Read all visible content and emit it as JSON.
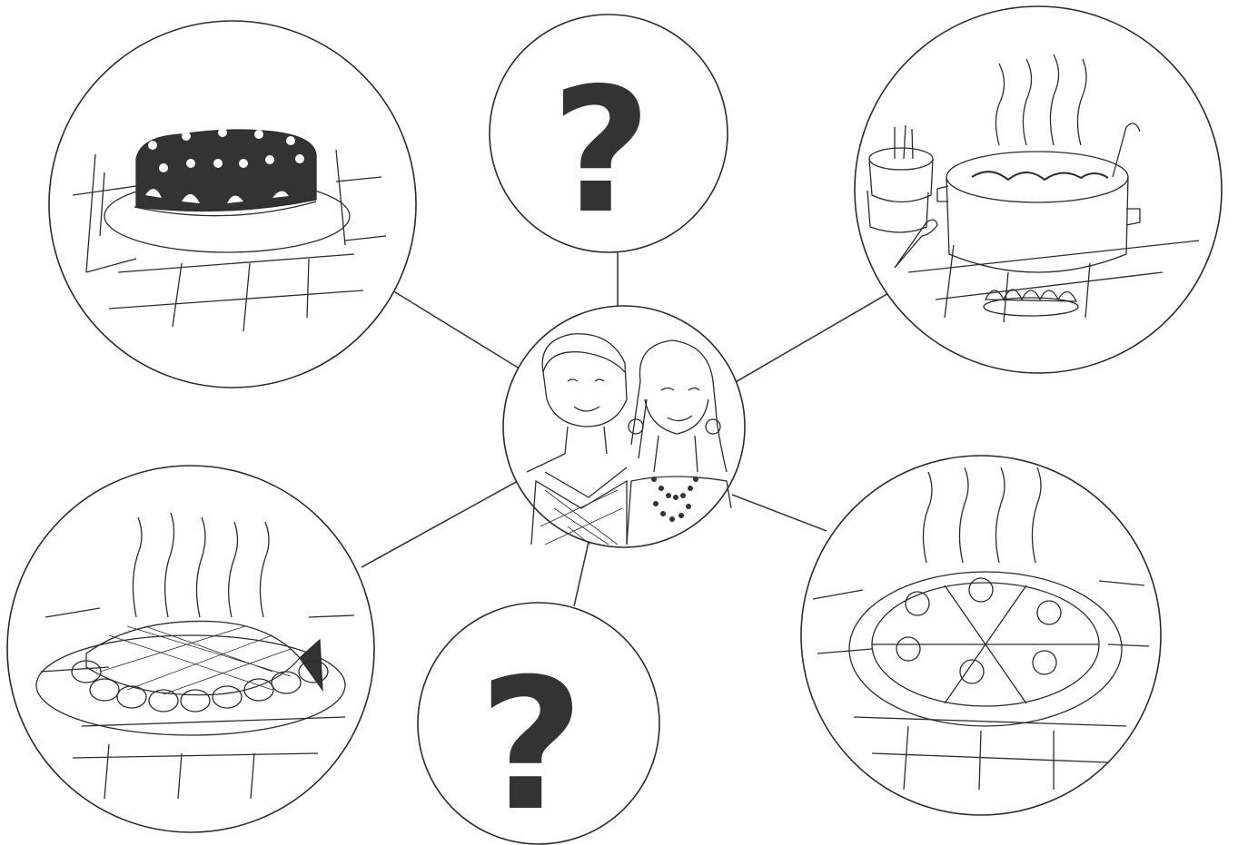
{
  "diagram": {
    "center": {
      "icon": "couple-portrait-icon"
    },
    "nodes": [
      {
        "id": "cake",
        "icon": "chocolate-cake-icon"
      },
      {
        "id": "unknown-top",
        "icon": "question-mark-icon",
        "label": "?"
      },
      {
        "id": "soup",
        "icon": "cooking-pot-icon"
      },
      {
        "id": "pizza",
        "icon": "pizza-icon"
      },
      {
        "id": "unknown-bottom",
        "icon": "question-mark-icon",
        "label": "?"
      },
      {
        "id": "fish",
        "icon": "roast-fish-icon"
      }
    ],
    "colors": {
      "ink": "#2b2b2b",
      "fill_dark": "#333333",
      "paper": "#ffffff"
    }
  }
}
